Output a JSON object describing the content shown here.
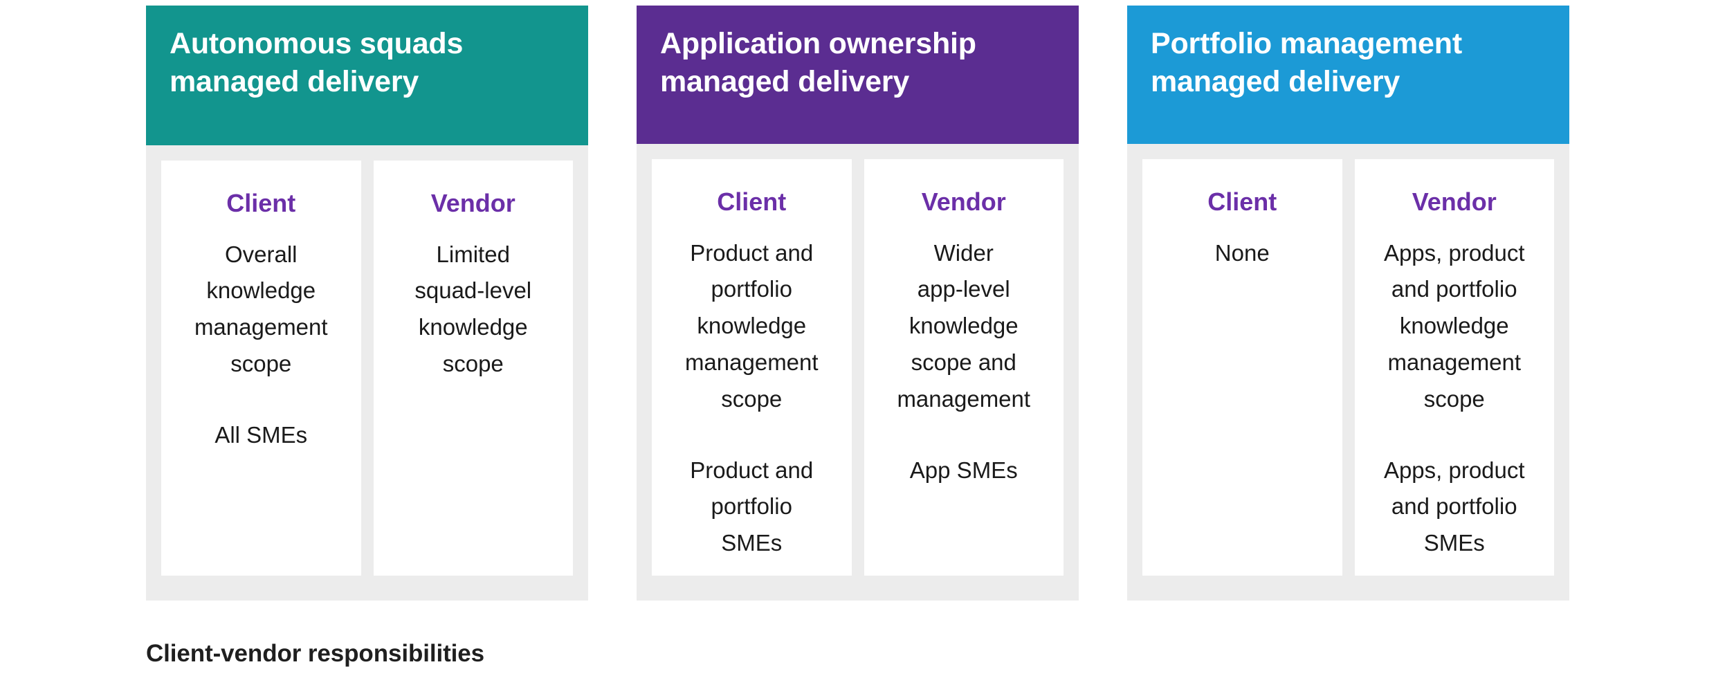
{
  "caption": "Client-vendor responsibilities",
  "colors": {
    "panel1_header_bg": "#12958e",
    "panel2_header_bg": "#5b2d91",
    "panel3_header_bg": "#1c9ad6",
    "panel_body_bg": "#ececec",
    "card_bg": "#ffffff",
    "role_title": "#6b2fa8",
    "body_text": "#1a1a1a",
    "header_text": "#ffffff",
    "caption_text": "#1f1f1f"
  },
  "panels": [
    {
      "title": "Autonomous squads\nmanaged delivery",
      "header_color": "#12958e",
      "roles": [
        {
          "title": "Client",
          "text1": "Overall\nknowledge\nmanagement\nscope",
          "text2": "All SMEs"
        },
        {
          "title": "Vendor",
          "text1": "Limited\nsquad-level\nknowledge\nscope",
          "text2": ""
        }
      ]
    },
    {
      "title": "Application ownership\nmanaged delivery",
      "header_color": "#5b2d91",
      "roles": [
        {
          "title": "Client",
          "text1": "Product and\nportfolio\nknowledge\nmanagement\nscope",
          "text2": "Product and\nportfolio\nSMEs"
        },
        {
          "title": "Vendor",
          "text1": "Wider\napp-level\nknowledge\nscope and\nmanagement",
          "text2": "App SMEs"
        }
      ]
    },
    {
      "title": "Portfolio management\nmanaged delivery",
      "header_color": "#1c9ad6",
      "roles": [
        {
          "title": "Client",
          "text1": "None",
          "text2": ""
        },
        {
          "title": "Vendor",
          "text1": "Apps, product\nand portfolio\nknowledge\nmanagement\nscope",
          "text2": "Apps, product\nand portfolio\nSMEs"
        }
      ]
    }
  ]
}
